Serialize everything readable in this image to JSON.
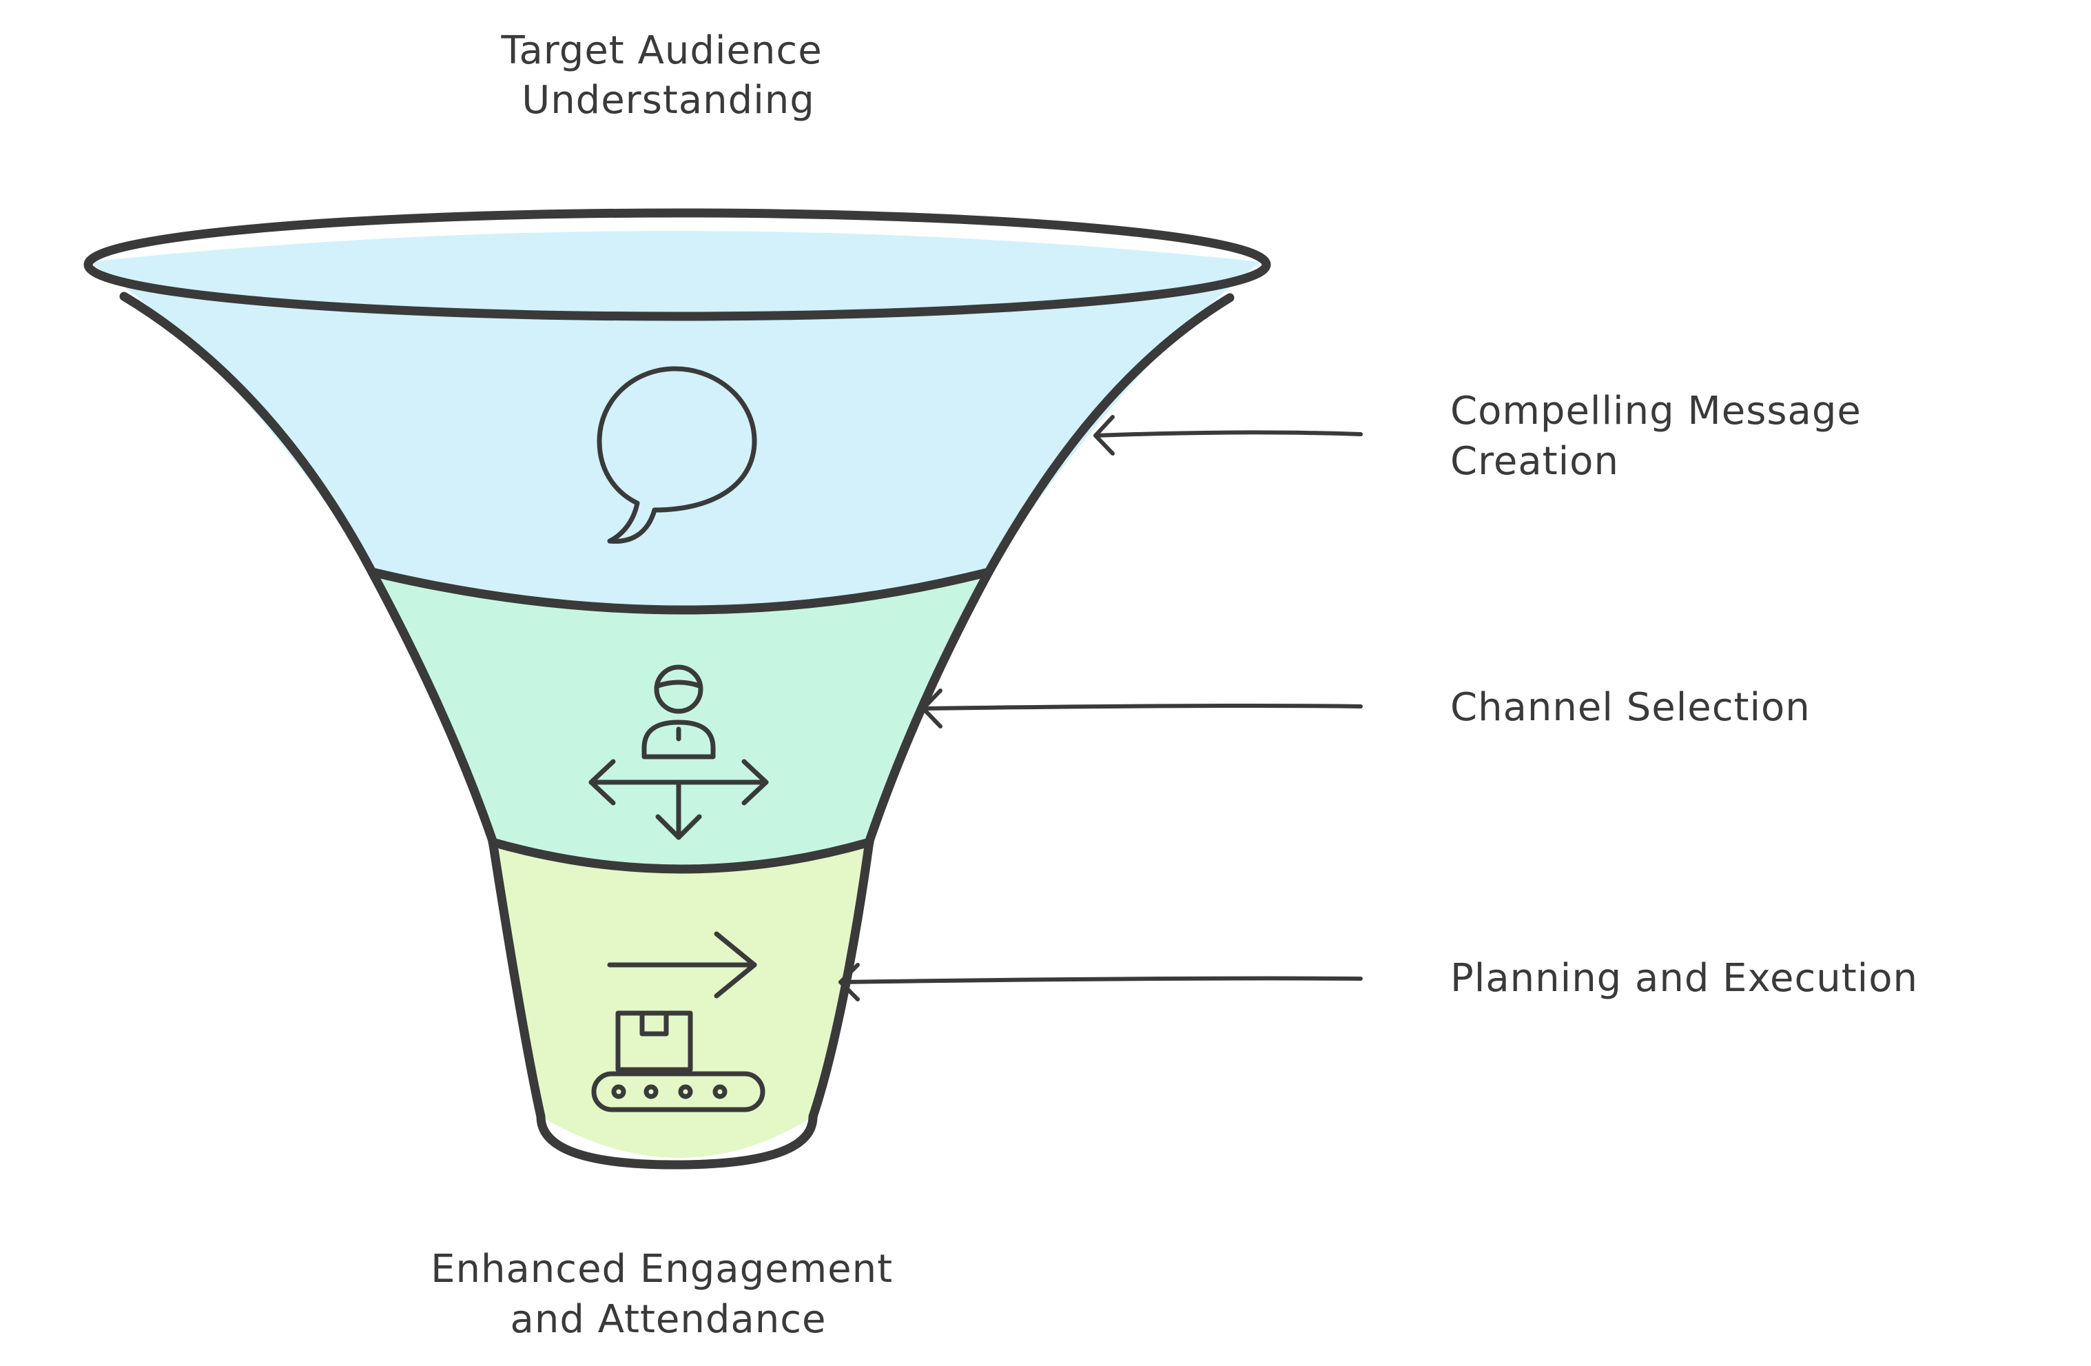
{
  "top_label": [
    "Target Audience",
    "Understanding"
  ],
  "bottom_label": [
    "Enhanced Engagement",
    "and Attendance"
  ],
  "stages": [
    {
      "label": [
        "Compelling Message",
        "Creation"
      ],
      "icon": "speech-bubble-icon",
      "color": "#d2f1fb"
    },
    {
      "label": [
        "Channel Selection"
      ],
      "icon": "person-directions-icon",
      "color": "#c6f6e2"
    },
    {
      "label": [
        "Planning and Execution"
      ],
      "icon": "conveyor-belt-icon",
      "color": "#e3f8c6"
    }
  ],
  "colors": {
    "ink": "#3a3a3a",
    "background": "#ffffff"
  }
}
